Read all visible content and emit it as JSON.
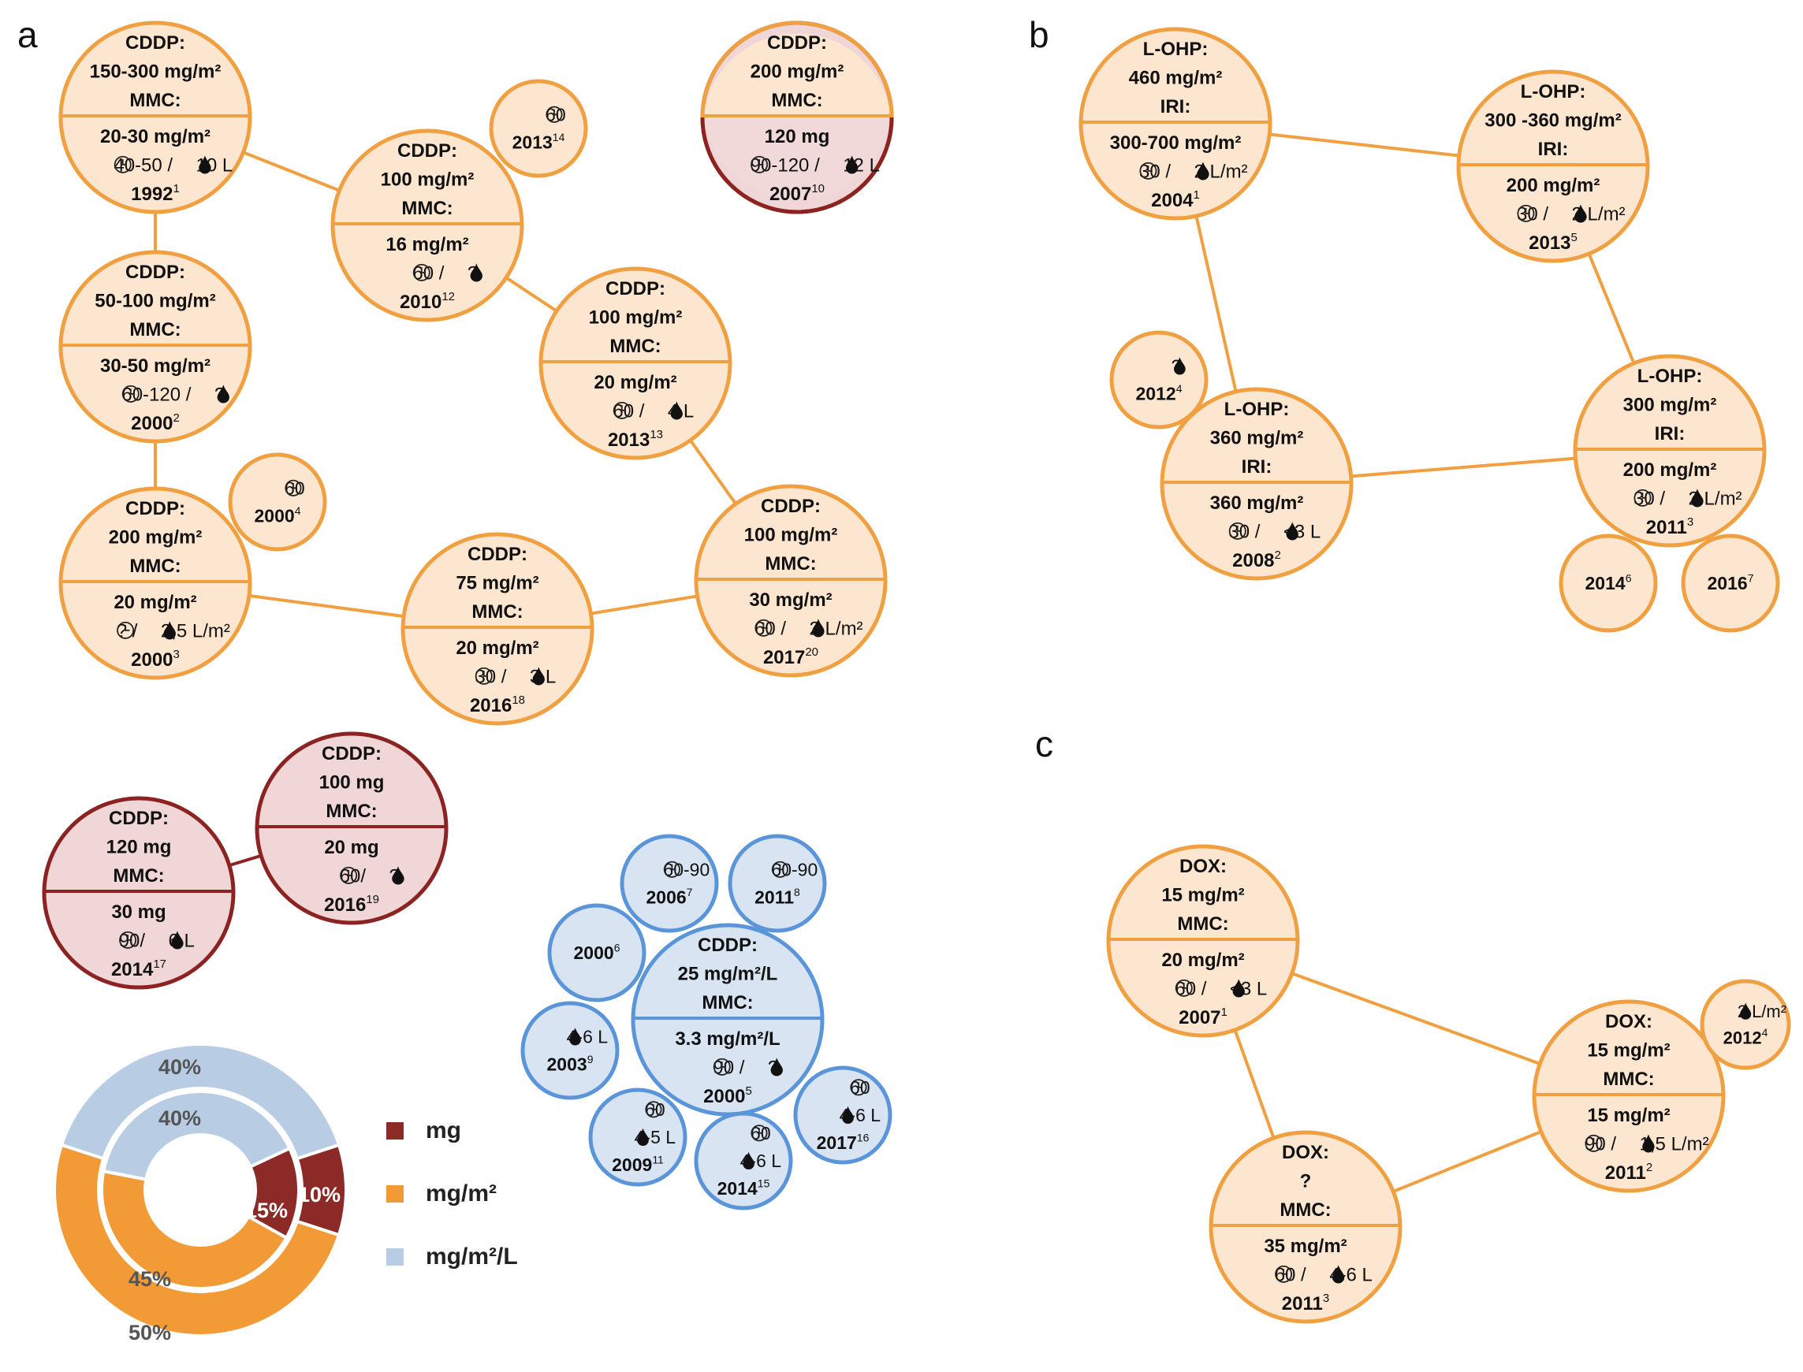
{
  "panels": {
    "a": "a",
    "b": "b",
    "c": "c"
  },
  "colors": {
    "orange_stroke": "#f0a040",
    "orange_fill": "#fde6d0",
    "dark_red_stroke": "#8b2323",
    "dark_red_fill": "#f0d6d6",
    "blue_stroke": "#5b95d9",
    "blue_fill": "#d9e4f3",
    "mg": "#8b2a26",
    "mg_m2": "#f19a36",
    "mg_m2_L": "#b8cce4"
  },
  "icons": {
    "clock": "clock-icon",
    "drop": "drop-icon"
  },
  "nodes": [
    {
      "id": "a1",
      "top": [
        "CDDP:",
        "150-300 mg/m²",
        "MMC:"
      ],
      "bottom": [
        "20-30 mg/m²",
        "{c}40-50 / {d}10 L",
        "1992|1"
      ]
    },
    {
      "id": "a2",
      "top": [
        "CDDP:",
        "50-100 mg/m²",
        "MMC:"
      ],
      "bottom": [
        "30-50 mg/m²",
        "{c}60-120 / {d} ?",
        "2000|2"
      ]
    },
    {
      "id": "a3",
      "top": [
        "CDDP:",
        "200 mg/m²",
        "MMC:"
      ],
      "bottom": [
        "20 mg/m²",
        "{c} ? / {d}2,5 L/m²",
        "2000|3"
      ]
    },
    {
      "id": "a4",
      "lines": [
        "{c}60",
        "2000|4"
      ]
    },
    {
      "id": "a10",
      "top": [
        "CDDP:",
        "200 mg/m²",
        "MMC:"
      ],
      "bottom": [
        "120 mg",
        "{c}90-120 / {d}12 L",
        "2007|10"
      ]
    },
    {
      "id": "a12",
      "top": [
        "CDDP:",
        "100 mg/m²",
        "MMC:"
      ],
      "bottom": [
        "16 mg/m²",
        "{c}60 / {d} ?",
        "2010|12"
      ]
    },
    {
      "id": "a14",
      "lines": [
        "{c}60",
        "2013|14"
      ]
    },
    {
      "id": "a13",
      "top": [
        "CDDP:",
        "100 mg/m²",
        "MMC:"
      ],
      "bottom": [
        "20 mg/m²",
        "{c}60 / {d}4 L",
        "2013|13"
      ]
    },
    {
      "id": "a18",
      "top": [
        "CDDP:",
        "75 mg/m²",
        "MMC:"
      ],
      "bottom": [
        "20 mg/m²",
        "{c}30 / {d}3 L",
        "2016|18"
      ]
    },
    {
      "id": "a20",
      "top": [
        "CDDP:",
        "100 mg/m²",
        "MMC:"
      ],
      "bottom": [
        "30 mg/m²",
        "{c}60 / {d}2 L/m²",
        "2017|20"
      ]
    },
    {
      "id": "a17",
      "top": [
        "CDDP:",
        "120 mg",
        "MMC:"
      ],
      "bottom": [
        "30 mg",
        "{c}90/ {d}6 L",
        "2014|17"
      ]
    },
    {
      "id": "a19",
      "top": [
        "CDDP:",
        "100 mg",
        "MMC:"
      ],
      "bottom": [
        "20 mg",
        "{c}60/ {d} ?",
        "2016|19"
      ]
    },
    {
      "id": "a5",
      "top": [
        "CDDP:",
        "25 mg/m²/L",
        "MMC:"
      ],
      "bottom": [
        "3.3 mg/m²/L",
        "{c}90 / {d} ?",
        "2000|5"
      ]
    },
    {
      "id": "a7",
      "lines": [
        "{c}60-90",
        "2006|7"
      ]
    },
    {
      "id": "a8",
      "lines": [
        "{c}60-90",
        "2011|8"
      ]
    },
    {
      "id": "a6",
      "lines": [
        "2000|6"
      ]
    },
    {
      "id": "a9",
      "lines": [
        "{d} 4-6 L",
        "2003|9"
      ]
    },
    {
      "id": "a11",
      "lines": [
        "{c}60",
        "{d} 4-5 L",
        "2009|11"
      ]
    },
    {
      "id": "a15",
      "lines": [
        "{c}60",
        "{d} 4-6 L",
        "2014|15"
      ]
    },
    {
      "id": "a16",
      "lines": [
        "{c}60",
        "{d} 4-6 L",
        "2017|16"
      ]
    },
    {
      "id": "b1",
      "top": [
        "L-OHP:",
        "460 mg/m²",
        "IRI:"
      ],
      "bottom": [
        "300-700 mg/m²",
        "{c}30 / {d}2 L/m²",
        "2004|1"
      ]
    },
    {
      "id": "b5",
      "top": [
        "L-OHP:",
        "300 -360 mg/m²",
        "IRI:"
      ],
      "bottom": [
        "200 mg/m²",
        "{c}30 / {d}2 L/m²",
        "2013|5"
      ]
    },
    {
      "id": "b4",
      "lines": [
        "{d} ?",
        "2012|4"
      ]
    },
    {
      "id": "b2",
      "top": [
        "L-OHP:",
        "360 mg/m²",
        "IRI:"
      ],
      "bottom": [
        "360 mg/m²",
        "{c}30 / {d}<3 L",
        "2008|2"
      ]
    },
    {
      "id": "b3",
      "top": [
        "L-OHP:",
        "300 mg/m²",
        "IRI:"
      ],
      "bottom": [
        "200 mg/m²",
        "{c}30 / {d}2 L/m²",
        "2011|3"
      ]
    },
    {
      "id": "b6",
      "lines": [
        "2014|6"
      ]
    },
    {
      "id": "b7",
      "lines": [
        "2016|7"
      ]
    },
    {
      "id": "c1",
      "top": [
        "DOX:",
        "15 mg/m²",
        "MMC:"
      ],
      "bottom": [
        "20 mg/m²",
        "{c}60 / {d}<3 L",
        "2007|1"
      ]
    },
    {
      "id": "c2",
      "top": [
        "DOX:",
        "15 mg/m²",
        "MMC:"
      ],
      "bottom": [
        "15 mg/m²",
        "{c}90 / {d}1,5 L/m²",
        "2011|2"
      ]
    },
    {
      "id": "c4",
      "lines": [
        "{d}2 L/m²",
        "2012|4"
      ]
    },
    {
      "id": "c3",
      "top": [
        "DOX:",
        "?",
        "MMC:"
      ],
      "bottom": [
        "35 mg/m²",
        "{c}60 / {d}4-6 L",
        "2011|3"
      ]
    }
  ],
  "donut": {
    "outer": [
      {
        "key": "mg",
        "value": 10,
        "label": "10%"
      },
      {
        "key": "mg_m2",
        "value": 50,
        "label": "50%"
      },
      {
        "key": "mg_m2_L",
        "value": 40,
        "label": "40%"
      }
    ],
    "inner": [
      {
        "key": "mg",
        "value": 15,
        "label": "15%"
      },
      {
        "key": "mg_m2",
        "value": 45,
        "label": "45%"
      },
      {
        "key": "mg_m2_L",
        "value": 40,
        "label": "40%"
      }
    ]
  },
  "legend": [
    {
      "key": "mg",
      "label": "mg"
    },
    {
      "key": "mg_m2",
      "label": "mg/m²"
    },
    {
      "key": "mg_m2_L",
      "label": "mg/m²/L"
    }
  ]
}
